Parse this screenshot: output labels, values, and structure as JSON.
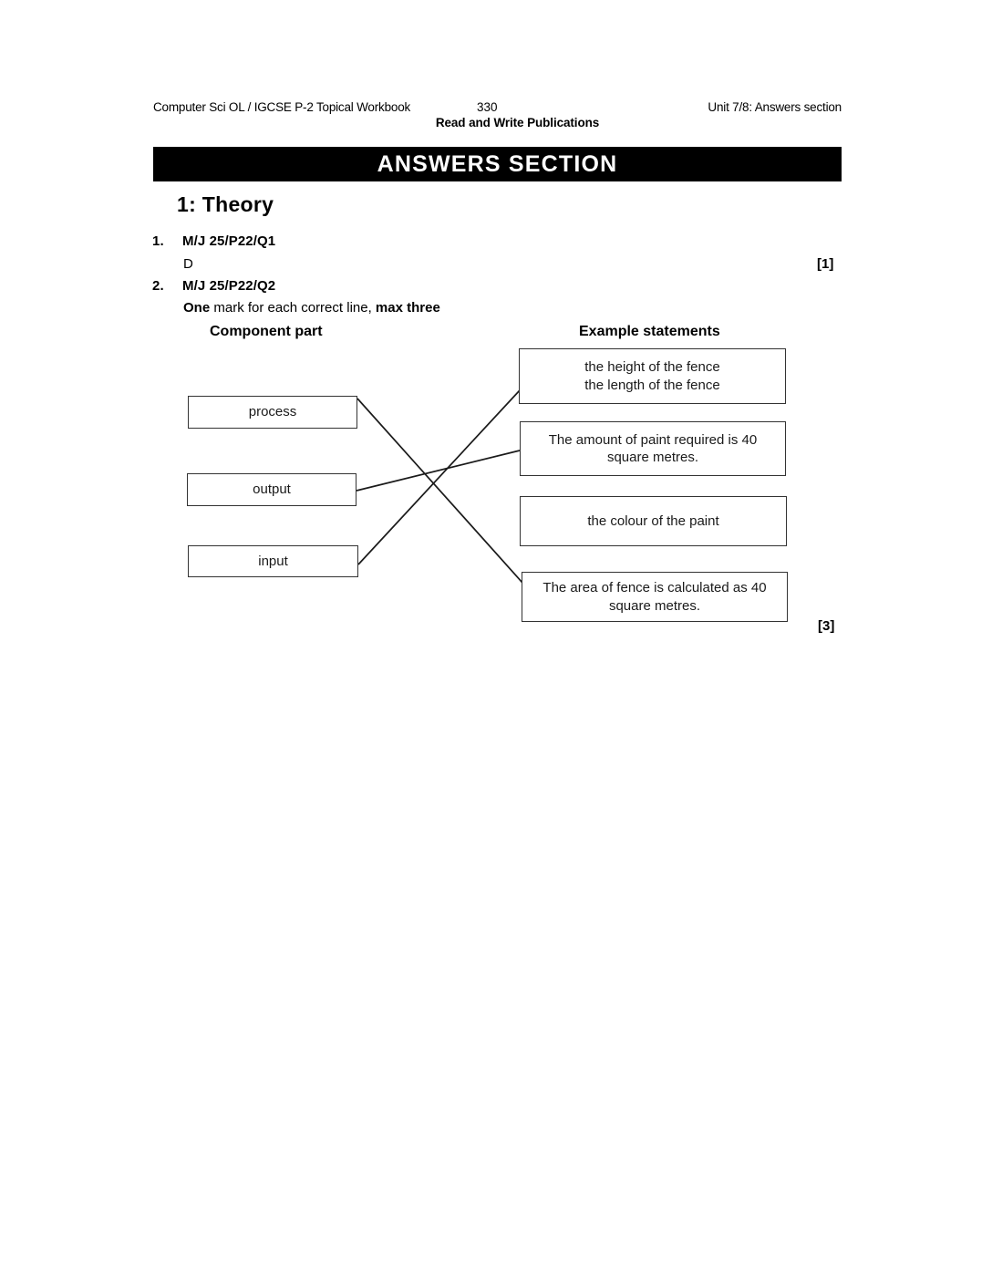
{
  "header": {
    "left": "Computer Sci OL / IGCSE P-2 Topical Workbook",
    "page_number": "330",
    "right": "Unit 7/8: Answers section",
    "publisher": "Read and Write Publications"
  },
  "banner": {
    "title": "ANSWERS SECTION"
  },
  "section": {
    "title": "1: Theory"
  },
  "answers": [
    {
      "number": "1.",
      "reference": "M/J 25/P22/Q1",
      "answer": "D",
      "mark": "[1]"
    },
    {
      "number": "2.",
      "reference": "M/J 25/P22/Q2",
      "note_bold_1": "One",
      "note_regular": " mark for each correct line, ",
      "note_bold_2": "max three",
      "mark": "[3]"
    }
  ],
  "matching_diagram": {
    "left_column_heading": "Component part",
    "right_column_heading": "Example statements",
    "component_parts": [
      {
        "id": "process",
        "label": "process"
      },
      {
        "id": "output",
        "label": "output"
      },
      {
        "id": "input",
        "label": "input"
      }
    ],
    "example_statements": [
      {
        "id": "stmt-1",
        "label": "the height of the fence\nthe length of the fence"
      },
      {
        "id": "stmt-2",
        "label": "The amount of paint required is 40 square metres."
      },
      {
        "id": "stmt-3",
        "label": "the colour of the paint"
      },
      {
        "id": "stmt-4",
        "label": "The area of fence is calculated as 40 square metres."
      }
    ],
    "connections": [
      {
        "from": "process",
        "to": "stmt-4"
      },
      {
        "from": "output",
        "to": "stmt-2"
      },
      {
        "from": "input",
        "to": "stmt-1"
      }
    ],
    "line_color": "#1a1a1a"
  }
}
